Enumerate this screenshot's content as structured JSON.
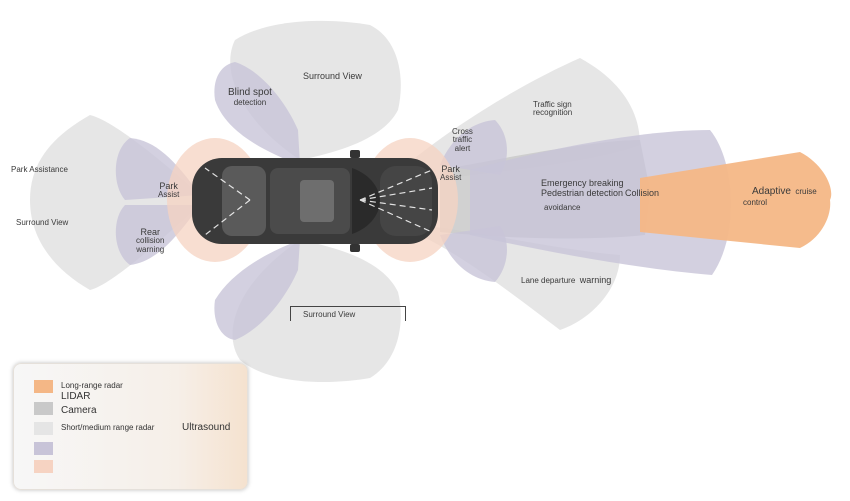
{
  "colors": {
    "long_range_radar": "#f4b786",
    "lidar": "#c9c9c9",
    "camera": "#e5e5e5",
    "short_medium_radar": "#c8c4d8",
    "ultrasound": "#f6d3c2"
  },
  "labels": {
    "surround_view_top": "Surround View",
    "blind_spot_1": "Blind spot",
    "blind_spot_2": "detection",
    "park_assistance": "Park Assistance",
    "surround_view_left": "Surround View",
    "park_assist_rear_1": "Park",
    "park_assist_rear_2": "Assist",
    "rear_collision_1": "Rear",
    "rear_collision_2": "collision",
    "rear_collision_3": "warning",
    "surround_view_bottom": "Surround View",
    "traffic_sign_1": "Traffic sign",
    "traffic_sign_2": "recognition",
    "cross_traffic_1": "Cross",
    "cross_traffic_2": "traffic",
    "cross_traffic_3": "alert",
    "park_assist_front_1": "Park",
    "park_assist_front_2": "Assist",
    "emergency_1": "Emergency breaking",
    "emergency_2": "Pedestrian detection",
    "emergency_3": "Collision",
    "emergency_4": "avoidance",
    "adaptive_cruise_1": "Adaptive",
    "adaptive_cruise_2": "cruise",
    "adaptive_cruise_3": "control",
    "lane_departure_1": "Lane departure",
    "lane_departure_2": "warning"
  },
  "legend": {
    "items": [
      {
        "label": "Long-range radar"
      },
      {
        "label": "LIDAR"
      },
      {
        "label": "Camera"
      },
      {
        "label": "Short/medium range radar"
      },
      {
        "label": "Ultrasound"
      }
    ]
  }
}
